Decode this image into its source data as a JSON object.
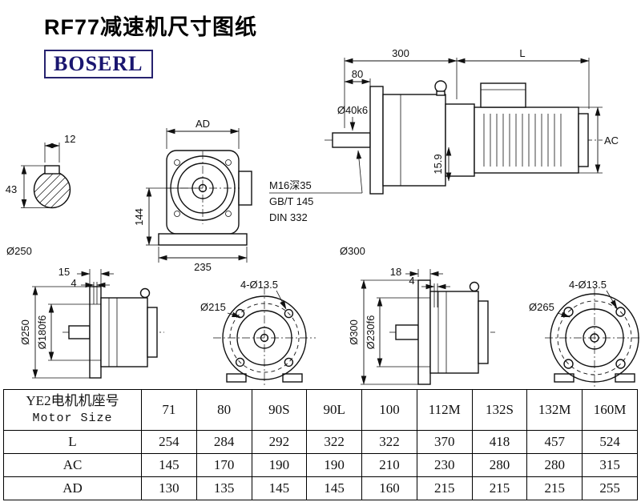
{
  "page": {
    "title": "RF77减速机尺寸图纸",
    "brand": "BOSERL"
  },
  "labels": {
    "shaft_key_width": "12",
    "shaft_height": "43",
    "front_ad": "AD",
    "front_h": "144",
    "front_w": "235",
    "note1": "M16深35",
    "note2": "GB/T 145",
    "note3": "DIN 332",
    "side_300": "300",
    "side_L": "L",
    "side_80": "80",
    "side_shaft": "Ø40k6",
    "side_ac": "AC",
    "side_159": "15.9",
    "small_flange_title": "Ø250",
    "large_flange_title": "Ø300",
    "sf_15": "15",
    "sf_4": "4",
    "sf_od": "Ø250",
    "sf_spigot": "Ø180f6",
    "sf_bc": "Ø215",
    "sf_holes": "4-Ø13.5",
    "lf_18": "18",
    "lf_4": "4",
    "lf_od": "Ø300",
    "lf_spigot": "Ø230f6",
    "lf_bc": "Ø265",
    "lf_holes": "4-Ø13.5"
  },
  "table": {
    "header_cn": "YE2电机机座号",
    "header_en": "Motor Size",
    "columns": [
      "71",
      "80",
      "90S",
      "90L",
      "100",
      "112M",
      "132S",
      "132M",
      "160M"
    ],
    "rows": [
      {
        "label": "L",
        "values": [
          "254",
          "284",
          "292",
          "322",
          "322",
          "370",
          "418",
          "457",
          "524"
        ]
      },
      {
        "label": "AC",
        "values": [
          "145",
          "170",
          "190",
          "190",
          "210",
          "230",
          "280",
          "280",
          "315"
        ]
      },
      {
        "label": "AD",
        "values": [
          "130",
          "135",
          "145",
          "145",
          "160",
          "215",
          "215",
          "215",
          "255"
        ]
      }
    ]
  }
}
